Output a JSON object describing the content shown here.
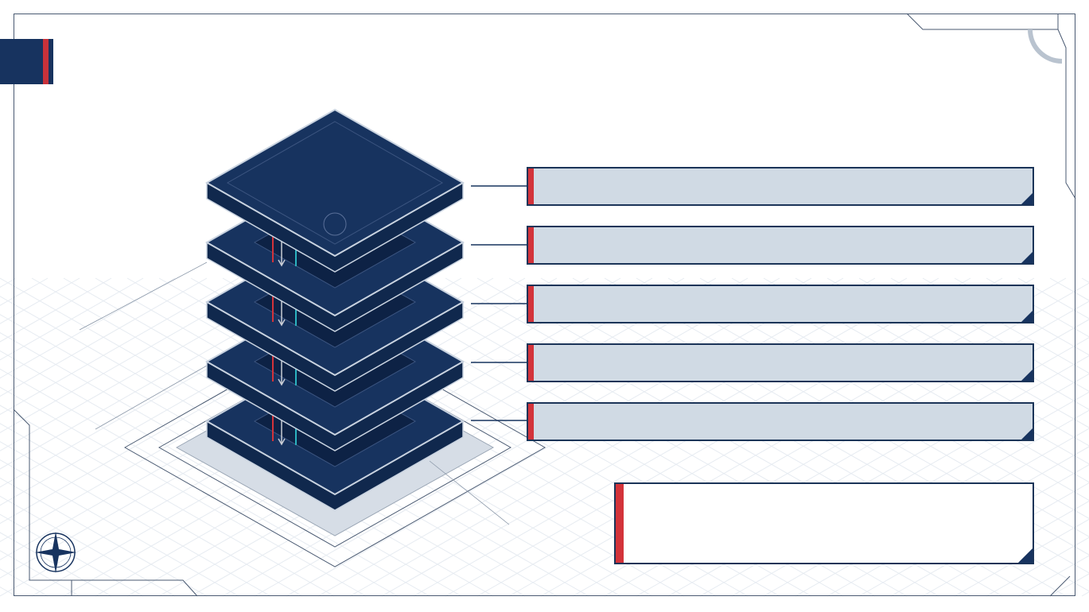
{
  "colors": {
    "navy": "#17335f",
    "red": "#d3333a",
    "panel": "#d0dae4",
    "teal": "#2bb3c0"
  },
  "layers": [
    {
      "id": 1
    },
    {
      "id": 2
    },
    {
      "id": 3
    },
    {
      "id": 4
    },
    {
      "id": 5
    }
  ],
  "icons": [
    "compass-rose-icon",
    "up-arrow-icon",
    "down-arrow-icon"
  ]
}
